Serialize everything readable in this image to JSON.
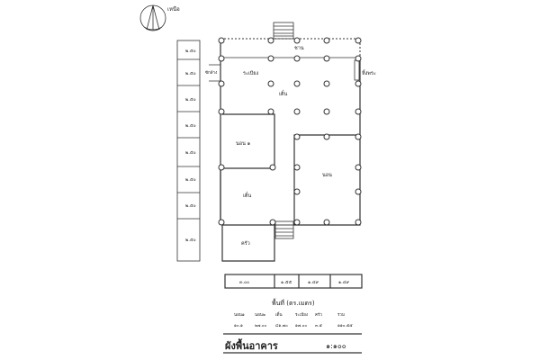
{
  "compass": {
    "label": "เหนือ"
  },
  "rooms": {
    "porch": "ชาน",
    "balcony": "ระเบียง",
    "hall": "เติ๋น",
    "shrine": "หิ้งพระ",
    "wash": "ซักล้าง",
    "bedroom1": "นอน ๑",
    "bedroom": "นอน",
    "lower_hall": "เติ๋น",
    "kitchen": "ครัว"
  },
  "side_dimensions": [
    "๒.๕๐",
    "๒.๕๐",
    "๒.๕๐",
    "๒.๕๐",
    "๒.๕๐",
    "๒.๕๐",
    "๒.๕๐",
    "๒.๕๐"
  ],
  "bottom_dimensions": [
    "๓.๐๐",
    "๑.๕๕",
    "๑.๔๙",
    "๑.๔๙"
  ],
  "area_table": {
    "title": "พื้นที่ (ตร.เมตร)",
    "headers": [
      "นอน๑",
      "นอน๒",
      "เติ๋น",
      "ระเบียง",
      "ครัว",
      "รวม"
    ],
    "values": [
      "๑๐.๑",
      "๒๗.๐๐",
      "๔๑.๗๐",
      "๑๗.๐๐",
      "๓.๕",
      "๑๑๐.๕๕"
    ]
  },
  "title": "ผังพื้นอาคาร",
  "scale": "๑:๑๐๐"
}
